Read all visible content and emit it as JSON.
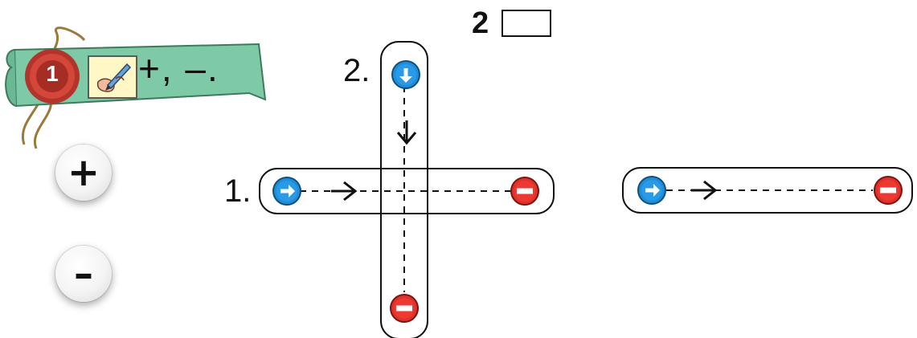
{
  "exercise": {
    "number": "1",
    "instruction": "+, –."
  },
  "signs": {
    "plus": "+",
    "minus": "–"
  },
  "task": {
    "number": "2",
    "answer": ""
  },
  "lines": {
    "line1_label": "1.",
    "line2_label": "2."
  },
  "colors": {
    "banner": "#7ecaa7",
    "seal": "#c0392b",
    "start_marker": "#1f8ed8",
    "end_marker": "#e0302a"
  },
  "icons": {
    "pencil": "pencil-hand-icon",
    "start": "arrow-right-circle-icon",
    "end": "no-entry-icon"
  }
}
